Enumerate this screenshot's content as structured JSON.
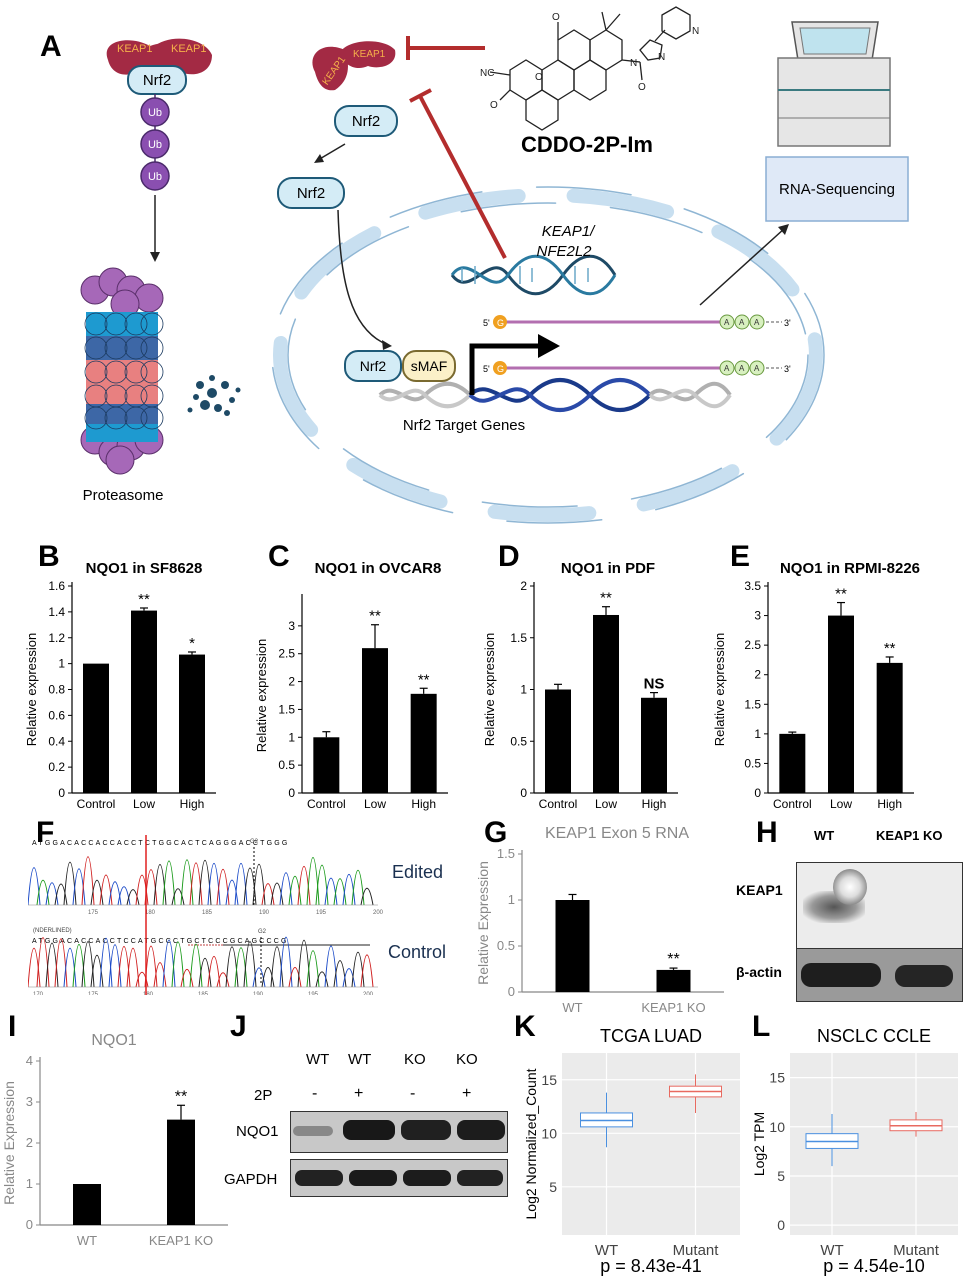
{
  "panel_labels": {
    "A": "A",
    "B": "B",
    "C": "C",
    "D": "D",
    "E": "E",
    "F": "F",
    "G": "G",
    "H": "H",
    "I": "I",
    "J": "J",
    "K": "K",
    "L": "L"
  },
  "schematic": {
    "keap1": "KEAP1",
    "nrf2": "Nrf2",
    "ub": "Ub",
    "proteasome": "Proteasome",
    "drug": "CDDO-2P-Im",
    "rna_seq": "RNA-Sequencing",
    "gene_line1": "KEAP1/",
    "gene_line2": "NFE2L2",
    "smaf": "sMAF",
    "targets": "Nrf2 Target Genes",
    "five_prime": "5'",
    "three_prime": "3'",
    "cap": "G",
    "polya": "A"
  },
  "chart_data": [
    {
      "type": "bar",
      "panel": "B",
      "title": "NQO1 in SF8628",
      "ylabel": "Relative expression",
      "categories": [
        "Control",
        "Low",
        "High"
      ],
      "values": [
        1.0,
        1.41,
        1.07
      ],
      "errors": [
        0.0,
        0.02,
        0.02
      ],
      "sig": [
        "",
        "**",
        "*"
      ],
      "ylim": [
        0,
        1.6
      ],
      "yticks": [
        "0",
        "0.2",
        "0.4",
        "0.6",
        "0.8",
        "1",
        "1.2",
        "1.4",
        "1.6"
      ]
    },
    {
      "type": "bar",
      "panel": "C",
      "title": "NQO1 in OVCAR8",
      "ylabel": "Relative expression",
      "categories": [
        "Control",
        "Low",
        "High"
      ],
      "values": [
        1.0,
        2.6,
        1.78
      ],
      "errors": [
        0.1,
        0.42,
        0.1
      ],
      "sig": [
        "",
        "**",
        "**"
      ],
      "ylim": [
        0,
        3.5
      ],
      "yticks": [
        "0",
        "0.5",
        "1",
        "1.5",
        "2",
        "2.5",
        "3"
      ]
    },
    {
      "type": "bar",
      "panel": "D",
      "title": "NQO1 in PDF",
      "ylabel": "Relative expression",
      "categories": [
        "Control",
        "Low",
        "High"
      ],
      "values": [
        1.0,
        1.72,
        0.92
      ],
      "errors": [
        0.05,
        0.08,
        0.05
      ],
      "sig": [
        "",
        "**",
        "NS"
      ],
      "ylim": [
        0,
        2
      ],
      "yticks": [
        "0",
        "0.5",
        "1",
        "1.5",
        "2"
      ]
    },
    {
      "type": "bar",
      "panel": "E",
      "title": "NQO1 in RPMI-8226",
      "ylabel": "Relative expression",
      "categories": [
        "Control",
        "Low",
        "High"
      ],
      "values": [
        1.0,
        3.0,
        2.2
      ],
      "errors": [
        0.03,
        0.22,
        0.1
      ],
      "sig": [
        "",
        "**",
        "**"
      ],
      "ylim": [
        0,
        3.5
      ],
      "yticks": [
        "0",
        "0.5",
        "1",
        "1.5",
        "2",
        "2.5",
        "3",
        "3.5"
      ]
    },
    {
      "type": "bar",
      "panel": "G",
      "title": "KEAP1 Exon 5 RNA",
      "ylabel": "Relative Expression",
      "categories": [
        "WT",
        "KEAP1 KO"
      ],
      "values": [
        1.0,
        0.24
      ],
      "errors": [
        0.06,
        0.02
      ],
      "sig": [
        "",
        "**"
      ],
      "ylim": [
        0,
        1.5
      ],
      "yticks": [
        "0",
        "0.5",
        "1",
        "1.5"
      ]
    },
    {
      "type": "bar",
      "panel": "I",
      "title": "NQO1",
      "ylabel": "Relative Expression",
      "categories": [
        "WT",
        "KEAP1 KO"
      ],
      "values": [
        1.0,
        2.57
      ],
      "errors": [
        0.0,
        0.35
      ],
      "sig": [
        "",
        "**"
      ],
      "ylim": [
        0,
        4
      ],
      "yticks": [
        "0",
        "1",
        "2",
        "3",
        "4"
      ]
    },
    {
      "type": "box",
      "panel": "K",
      "title": "TCGA LUAD",
      "ylabel": "Log2 Normalized_Count",
      "categories": [
        "WT",
        "Mutant"
      ],
      "boxes": [
        {
          "q1": 10.6,
          "median": 11.2,
          "q3": 11.9,
          "wlow": 8.7,
          "whigh": 13.8
        },
        {
          "q1": 13.4,
          "median": 13.9,
          "q3": 14.4,
          "wlow": 11.9,
          "whigh": 15.5
        }
      ],
      "ylim": [
        0.5,
        17.5
      ],
      "yticks": [
        "5",
        "10",
        "15"
      ],
      "pvalue": "p = 8.43e-41"
    },
    {
      "type": "box",
      "panel": "L",
      "title": "NSCLC CCLE",
      "ylabel": "Log2 TPM",
      "categories": [
        "WT",
        "Mutant"
      ],
      "boxes": [
        {
          "q1": 7.8,
          "median": 8.5,
          "q3": 9.3,
          "wlow": 6.0,
          "whigh": 11.3
        },
        {
          "q1": 9.6,
          "median": 10.1,
          "q3": 10.7,
          "wlow": 9.0,
          "whigh": 11.5
        }
      ],
      "ylim": [
        -1,
        17.5
      ],
      "yticks": [
        "0",
        "5",
        "10",
        "15"
      ],
      "pvalue": "p = 4.54e-10"
    }
  ],
  "sanger": {
    "edited": "Edited",
    "control": "Control",
    "marker": "G2",
    "underlined": "(NDERLINED)",
    "seq_top": "ATGGACACCACCACCTCTGGCACTCAGGGACCTGGG",
    "seq_bot": "ATGGACACCACCTCCATGCCCTGCTCCCGCAGCCCG",
    "ticks_top": [
      "175",
      "180",
      "185",
      "190",
      "195",
      "200"
    ],
    "ticks_bot": [
      "170",
      "175",
      "180",
      "185",
      "190",
      "195",
      "200"
    ]
  },
  "blot_h": {
    "wt": "WT",
    "ko": "KEAP1 KO",
    "row1": "KEAP1",
    "row2": "β-actin"
  },
  "blot_j": {
    "lanes": [
      "WT",
      "WT",
      "KO",
      "KO"
    ],
    "treat_label": "2P",
    "treat": [
      "-",
      "+",
      "-",
      "+"
    ],
    "row1": "NQO1",
    "row2": "GAPDH"
  }
}
